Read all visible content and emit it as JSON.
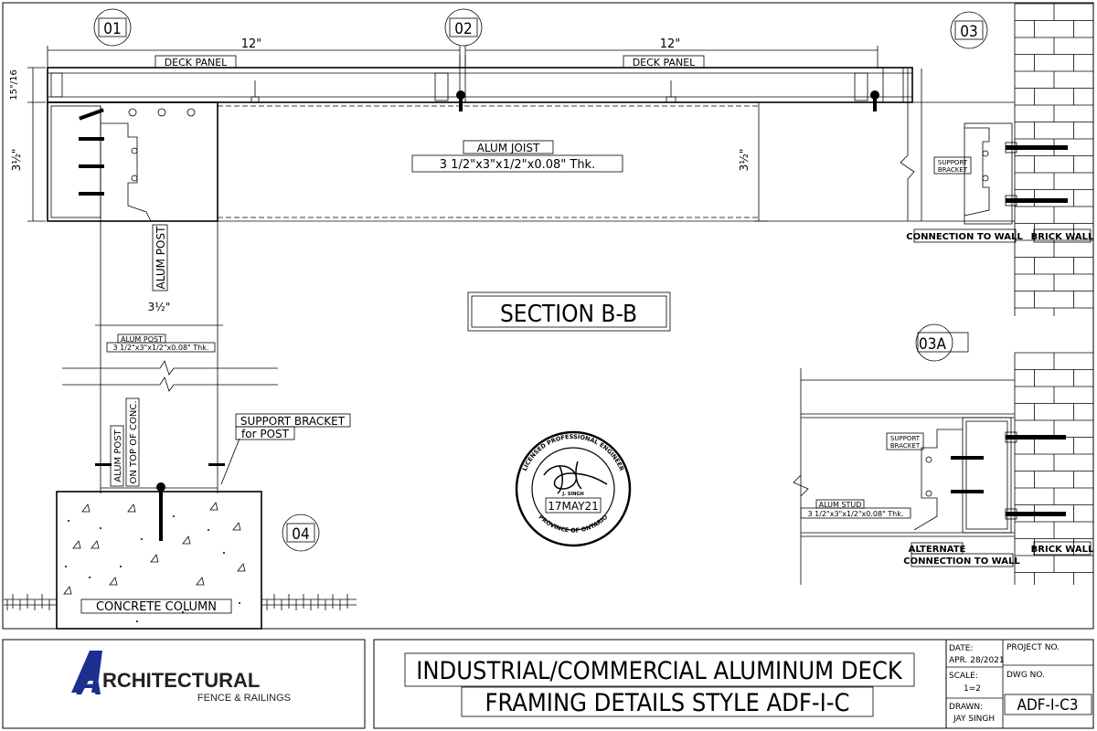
{
  "drawing": {
    "callouts": {
      "c01": "01",
      "c02": "02",
      "c03": "03",
      "c03a": "03A",
      "c04": "04"
    },
    "dimensions": {
      "width_left": "12\"",
      "width_right": "12\"",
      "panel_thk": "15\"/16",
      "joist_h_left": "3½\"",
      "joist_h_right": "3½\"",
      "post_w": "3½\""
    },
    "labels": {
      "deck_panel_1": "DECK PANEL",
      "deck_panel_2": "DECK PANEL",
      "alum_joist": "ALUM JOIST",
      "alum_joist_size": "3 1/2\"x3\"x1/2\"x0.08\" Thk.",
      "alum_post_vertical": "ALUM POST",
      "alum_post": "ALUM POST",
      "alum_post_size": "3 1/2\"x3\"x1/2\"x0.08\" Thk.",
      "alum_post_on": "ALUM POST",
      "on_top_of_conc": "ON TOP OF CONC.",
      "support_bracket_post_1": "SUPPORT BRACKET",
      "support_bracket_post_2": "for POST",
      "section": "SECTION B-B",
      "support_bracket_1": "SUPPORT",
      "support_bracket_2": "BRACKET",
      "connection_to_wall": "CONNECTION TO WALL",
      "brick_wall_1": "BRICK WALL",
      "support_bracket_a1": "SUPPORT",
      "support_bracket_a2": "BRACKET",
      "alum_stud": "ALUM STUD",
      "alum_stud_size": "3 1/2\"x3\"x1/2\"x0.08\" Thk.",
      "alternate": "ALTERNATE",
      "connection_to_wall_2": "CONNECTION TO WALL",
      "brick_wall_2": "BRICK WALL",
      "concrete_column": "CONCRETE COLUMN"
    },
    "stamp": {
      "date": "17MAY21",
      "name": "J. SINGH",
      "ring_top": "LICENSED PROFESSIONAL ENGINEER",
      "ring_bottom": "PROVINCE OF ONTARIO"
    }
  },
  "title_block": {
    "logo_letter": "A",
    "logo_word": "RCHITECTURAL",
    "logo_sub": "FENCE & RAILINGS",
    "title_line1": "INDUSTRIAL/COMMERCIAL ALUMINUM DECK",
    "title_line2": "FRAMING DETAILS STYLE ADF-I-C",
    "date_label": "DATE:",
    "date_value": "APR. 28/2021",
    "scale_label": "SCALE:",
    "scale_value": "1=2",
    "drawn_label": "DRAWN:",
    "drawn_value": "JAY SINGH",
    "project_label": "PROJECT NO.",
    "dwg_label": "DWG NO.",
    "dwg_value": "ADF-I-C3"
  }
}
